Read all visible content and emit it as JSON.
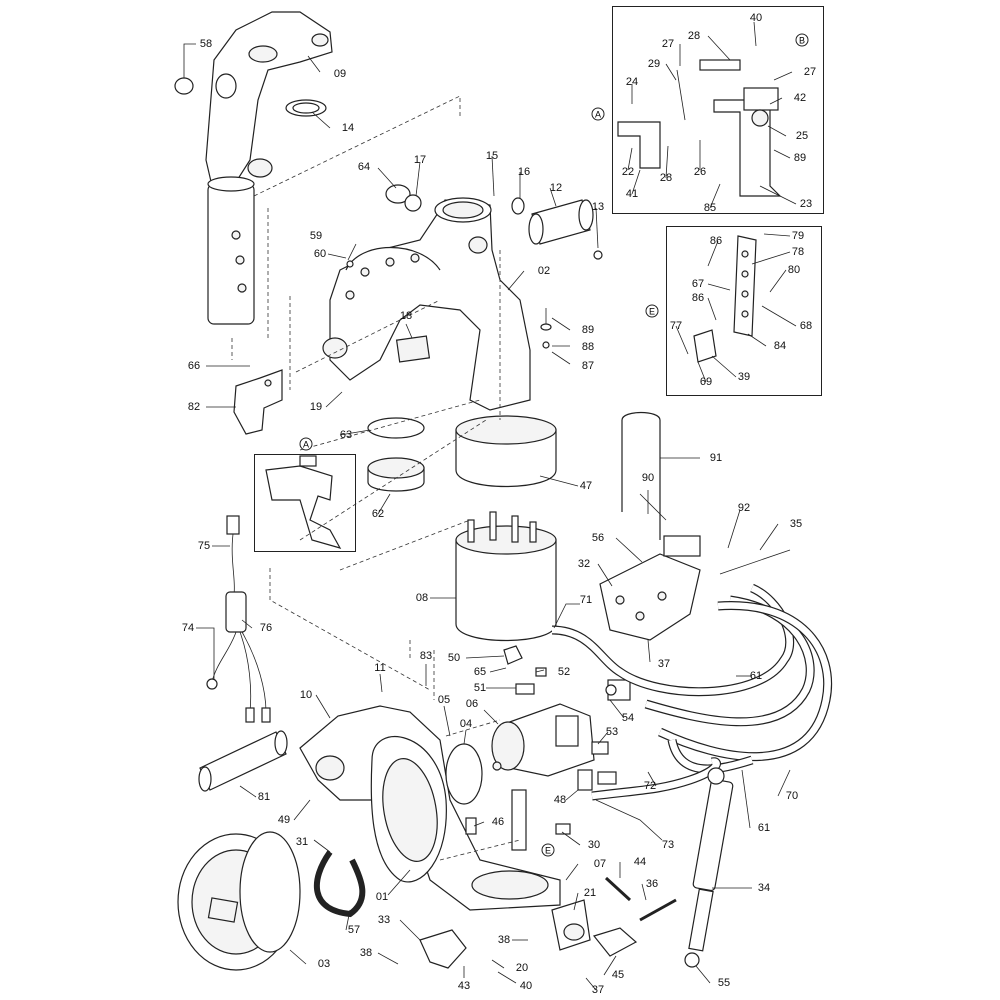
{
  "panel_markers": {
    "detail_a": "A",
    "detail_b": "B",
    "detail_e": "E"
  },
  "callouts": {
    "c58": "58",
    "c09": "09",
    "c14": "14",
    "c64": "64",
    "c17": "17",
    "c15": "15",
    "c16": "16",
    "c12": "12",
    "c13": "13",
    "c59": "59",
    "c60": "60",
    "c02": "02",
    "c18": "18",
    "c89a": "89",
    "c88": "88",
    "c87": "87",
    "c66": "66",
    "c82": "82",
    "c19": "19",
    "c63": "63",
    "c62": "62",
    "c47": "47",
    "c08": "08",
    "c75": "75",
    "c76": "76",
    "c74": "74",
    "c81": "81",
    "c49": "49",
    "c11": "11",
    "c83": "83",
    "c10": "10",
    "c05": "05",
    "c04": "04",
    "c06": "06",
    "c65": "65",
    "c51": "51",
    "c52": "52",
    "c50": "50",
    "c71": "71",
    "c32": "32",
    "c56": "56",
    "c37a": "37",
    "c91": "91",
    "c90": "90",
    "c92": "92",
    "c35": "35",
    "c54": "54",
    "c53": "53",
    "c48": "48",
    "c46": "46",
    "c30": "30",
    "c72": "72",
    "c73": "73",
    "c61a": "61",
    "c61b": "61",
    "c70": "70",
    "c31": "31",
    "c57": "57",
    "c01": "01",
    "c03": "03",
    "c07": "07",
    "c21": "21",
    "c44": "44",
    "c36": "36",
    "c34": "34",
    "c33": "33",
    "c38a": "38",
    "c43": "43",
    "c20": "20",
    "c40a": "40",
    "c38b": "38",
    "c37b": "37",
    "c45": "45",
    "c55": "55",
    "c27a": "27",
    "c28a": "28",
    "c40b": "40",
    "c29": "29",
    "c27b": "27",
    "c24": "24",
    "c42": "42",
    "c25": "25",
    "c22": "22",
    "c26": "26",
    "c28b": "28",
    "c89b": "89",
    "c41": "41",
    "c85": "85",
    "c23": "23",
    "c86a": "86",
    "c79": "79",
    "c78": "78",
    "c80": "80",
    "c67": "67",
    "c86b": "86",
    "c68": "68",
    "c77": "77",
    "c84": "84",
    "c39": "39",
    "c69": "69"
  }
}
